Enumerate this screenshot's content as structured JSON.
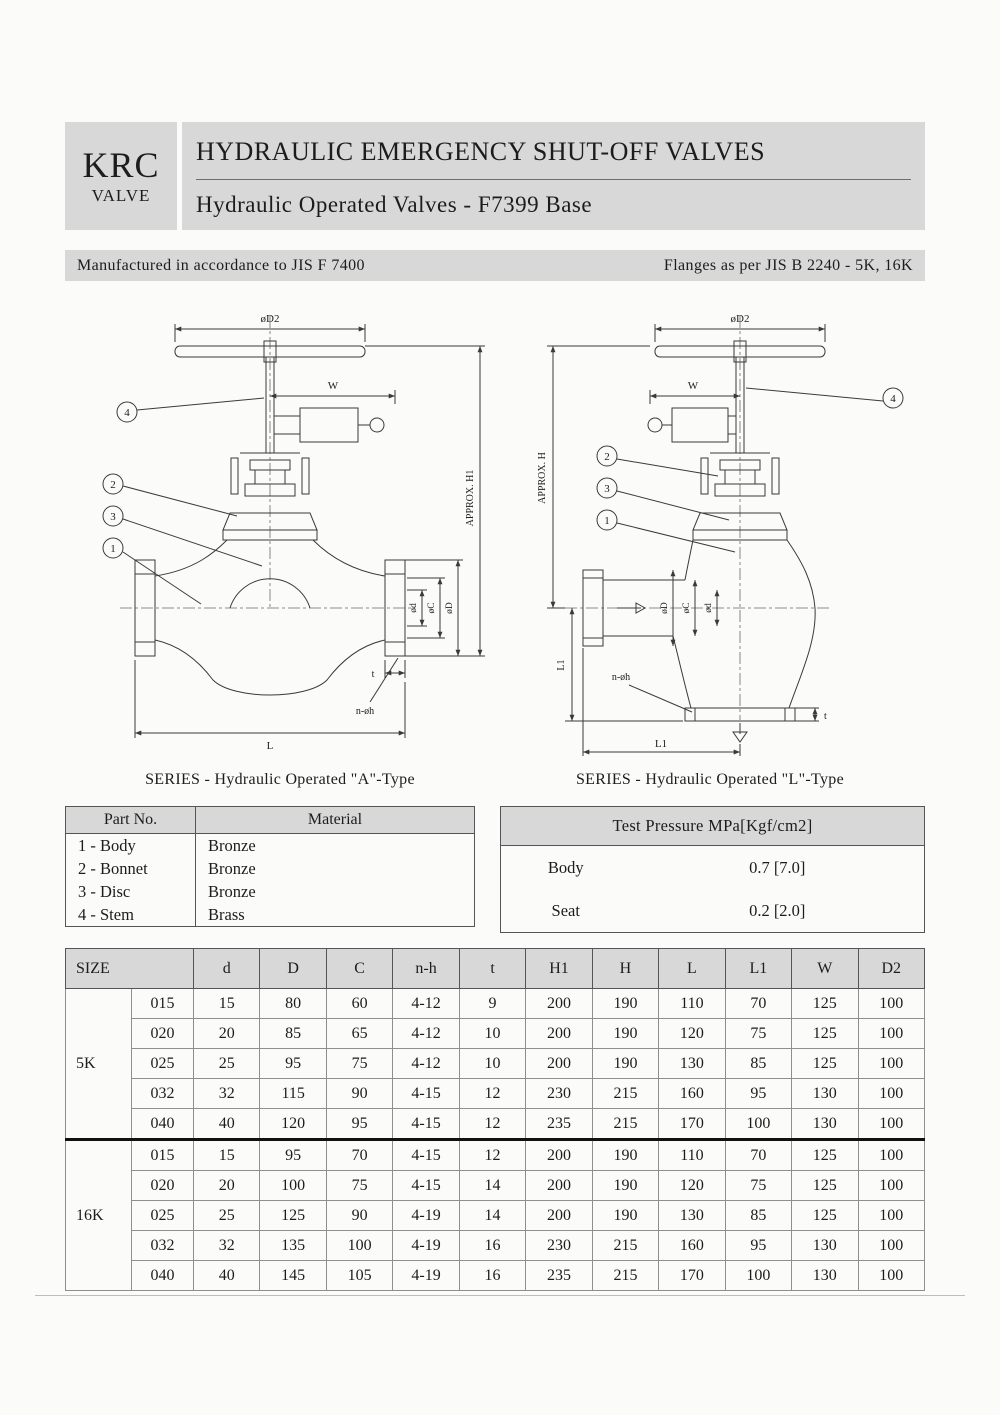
{
  "header": {
    "brand": "KRC",
    "brand_sub": "VALVE",
    "title": "HYDRAULIC EMERGENCY SHUT-OFF VALVES",
    "subtitle": "Hydraulic Operated Valves - F7399 Base"
  },
  "standards": {
    "left": "Manufactured in accordance to JIS F 7400",
    "right": "Flanges as per JIS B 2240 - 5K, 16K"
  },
  "drawings": {
    "a_type": {
      "caption": "SERIES - Hydraulic Operated  \"A\"-Type",
      "dims": {
        "d2": "øD2",
        "w": "W",
        "h1": "APPROX. H1",
        "bore": "ød",
        "c": "øC",
        "d": "øD",
        "t": "t",
        "nh": "n-øh",
        "l": "L"
      },
      "callouts": {
        "n1": "1",
        "n2": "2",
        "n3": "3",
        "n4": "4"
      }
    },
    "l_type": {
      "caption": "SERIES - Hydraulic Operated  \"L\"-Type",
      "dims": {
        "d2": "øD2",
        "w": "W",
        "h": "APPROX. H",
        "bore": "ød",
        "c": "øC",
        "d": "øD",
        "t": "t",
        "nh": "n-øh",
        "l1v": "L1",
        "l1h": "L1"
      },
      "callouts": {
        "n1": "1",
        "n2": "2",
        "n3": "3",
        "n4": "4"
      }
    }
  },
  "parts_table": {
    "headers": {
      "part": "Part No.",
      "material": "Material"
    },
    "rows": [
      {
        "part": "1 - Body",
        "material": "Bronze"
      },
      {
        "part": "2 - Bonnet",
        "material": "Bronze"
      },
      {
        "part": "3 - Disc",
        "material": "Bronze"
      },
      {
        "part": "4 - Stem",
        "material": "Brass"
      }
    ]
  },
  "pressure_table": {
    "title": "Test Pressure MPa[Kgf/cm2]",
    "rows": [
      {
        "label": "Body",
        "value": "0.7 [7.0]"
      },
      {
        "label": "Seat",
        "value": "0.2 [2.0]"
      }
    ]
  },
  "dimensions_table": {
    "headers": [
      "SIZE",
      "d",
      "D",
      "C",
      "n-h",
      "t",
      "H1",
      "H",
      "L",
      "L1",
      "W",
      "D2"
    ],
    "groups": [
      {
        "size": "5K",
        "rows": [
          [
            "015",
            "15",
            "80",
            "60",
            "4-12",
            "9",
            "200",
            "190",
            "110",
            "70",
            "125",
            "100"
          ],
          [
            "020",
            "20",
            "85",
            "65",
            "4-12",
            "10",
            "200",
            "190",
            "120",
            "75",
            "125",
            "100"
          ],
          [
            "025",
            "25",
            "95",
            "75",
            "4-12",
            "10",
            "200",
            "190",
            "130",
            "85",
            "125",
            "100"
          ],
          [
            "032",
            "32",
            "115",
            "90",
            "4-15",
            "12",
            "230",
            "215",
            "160",
            "95",
            "130",
            "100"
          ],
          [
            "040",
            "40",
            "120",
            "95",
            "4-15",
            "12",
            "235",
            "215",
            "170",
            "100",
            "130",
            "100"
          ]
        ]
      },
      {
        "size": "16K",
        "rows": [
          [
            "015",
            "15",
            "95",
            "70",
            "4-15",
            "12",
            "200",
            "190",
            "110",
            "70",
            "125",
            "100"
          ],
          [
            "020",
            "20",
            "100",
            "75",
            "4-15",
            "14",
            "200",
            "190",
            "120",
            "75",
            "125",
            "100"
          ],
          [
            "025",
            "25",
            "125",
            "90",
            "4-19",
            "14",
            "200",
            "190",
            "130",
            "85",
            "125",
            "100"
          ],
          [
            "032",
            "32",
            "135",
            "100",
            "4-19",
            "16",
            "230",
            "215",
            "160",
            "95",
            "130",
            "100"
          ],
          [
            "040",
            "40",
            "145",
            "105",
            "4-19",
            "16",
            "235",
            "215",
            "170",
            "100",
            "130",
            "100"
          ]
        ]
      }
    ]
  }
}
